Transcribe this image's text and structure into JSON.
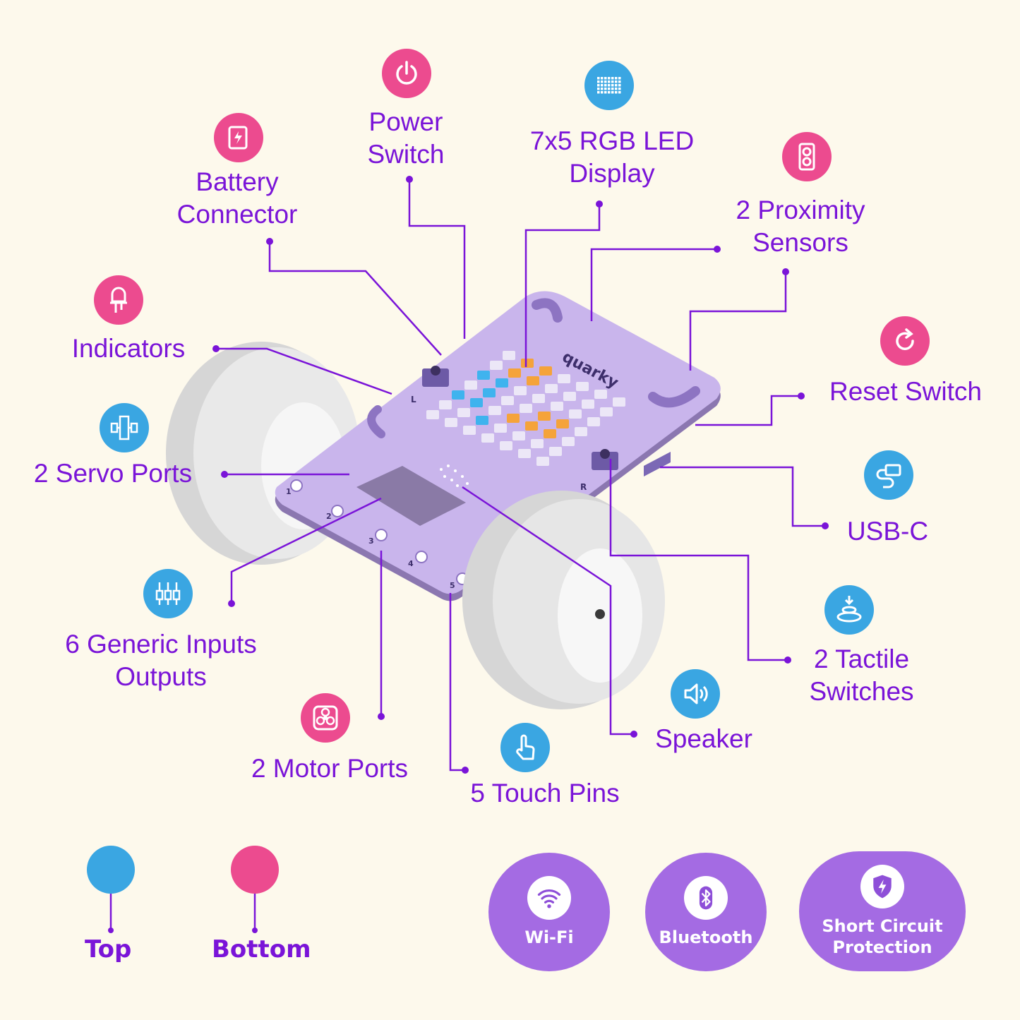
{
  "features": {
    "battery_connector": [
      "Battery",
      "Connector"
    ],
    "power_switch": [
      "Power",
      "Switch"
    ],
    "led_display": [
      "7x5 RGB LED",
      "Display"
    ],
    "proximity_sensors": [
      "2 Proximity",
      "Sensors"
    ],
    "indicators": "Indicators",
    "reset_switch": "Reset Switch",
    "servo_ports": "2 Servo Ports",
    "usb_c": "USB-C",
    "generic_io": [
      "6 Generic Inputs",
      "Outputs"
    ],
    "tactile_switches": [
      "2 Tactile",
      "Switches"
    ],
    "speaker": "Speaker",
    "motor_ports": "2 Motor Ports",
    "touch_pins": "5 Touch Pins"
  },
  "board": {
    "logo": "quarky",
    "side_left": "L",
    "side_right": "R",
    "pins": [
      "1",
      "2",
      "3",
      "4",
      "5"
    ]
  },
  "legend": {
    "top": "Top",
    "bottom": "Bottom",
    "top_color": "#3aa6e2",
    "bottom_color": "#ec4b8f"
  },
  "badges": {
    "wifi": "Wi-Fi",
    "bluetooth": "Bluetooth",
    "short_circuit": [
      "Short Circuit",
      "Protection"
    ]
  },
  "colors": {
    "text": "#7a14d8",
    "board": "#c9b5ec",
    "badge": "#a46be3"
  }
}
